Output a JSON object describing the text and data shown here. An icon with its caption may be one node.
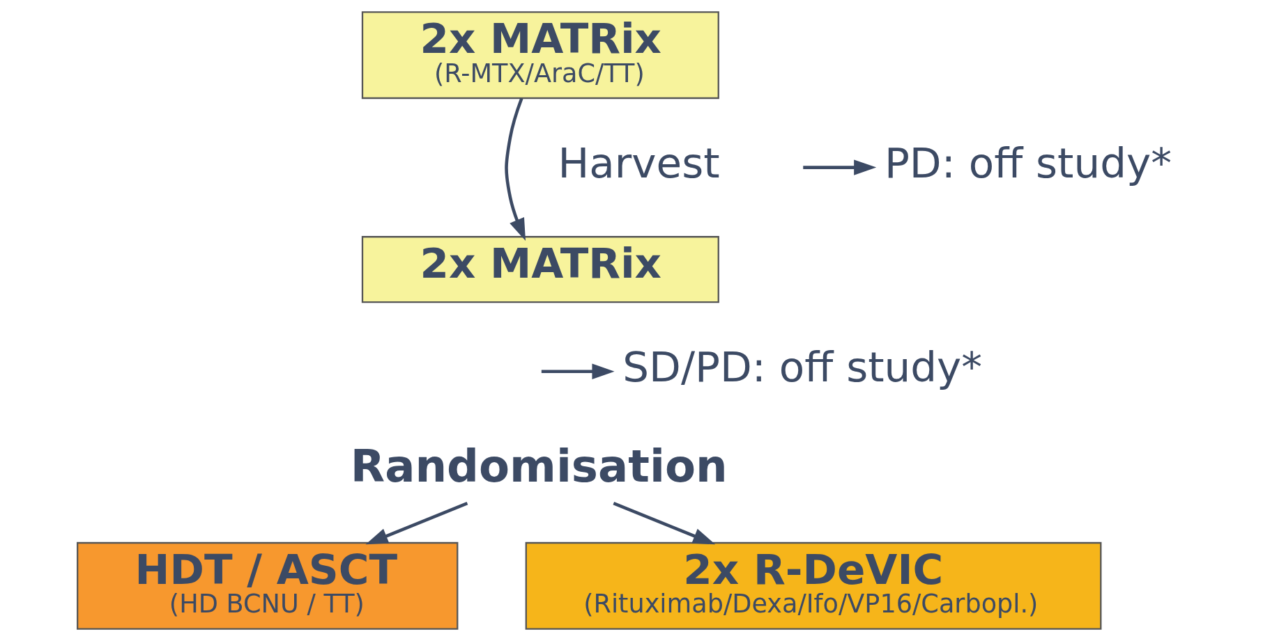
{
  "diagram": {
    "nodes": [
      {
        "text": [
          "2x MATRix",
          "(R-MTX/AraC/TT)"
        ]
      },
      {
        "text": [
          "2x MATRix"
        ]
      },
      {
        "text": [
          "PD: off study*"
        ]
      },
      {
        "text": [
          "SD/PD: off study*"
        ]
      },
      {
        "text": [
          "Randomisation"
        ]
      },
      {
        "text": [
          "HDT / ASCT",
          "(HD BCNU / TT)"
        ]
      },
      {
        "text": [
          "2x R-DeVIC",
          "(Rituximab/Dexa/Ifo/VP16/Carbopl.)"
        ]
      }
    ],
    "edges": [
      {
        "from": 0,
        "to": 1,
        "arrow": "to"
      },
      {
        "from": null,
        "to": 2,
        "arrow": "to"
      },
      {
        "from": null,
        "to": 3,
        "arrow": "to"
      },
      {
        "from": 4,
        "to": 5,
        "arrow": "to"
      },
      {
        "from": 4,
        "to": 6,
        "arrow": "to"
      }
    ],
    "labels": [
      "Harvest"
    ]
  }
}
